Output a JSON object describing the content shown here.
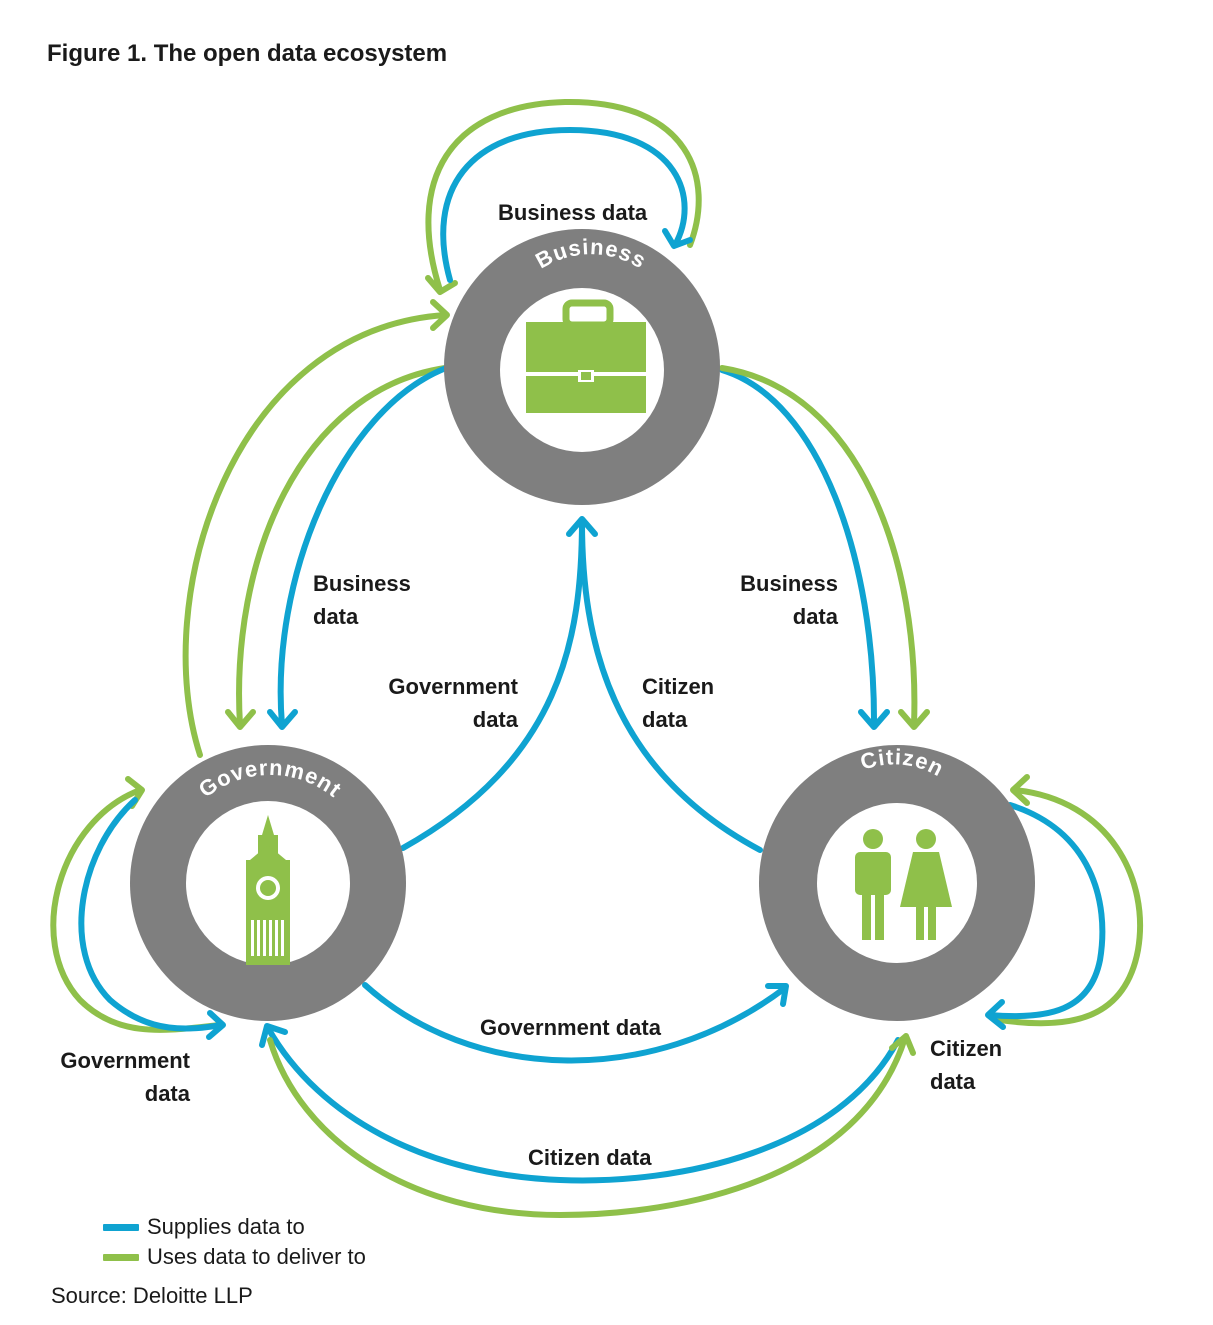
{
  "figure_title": "Figure 1. The open data ecosystem",
  "colors": {
    "supplies": "#0fa3d1",
    "uses": "#8fc04a",
    "ring": "#7f7f7f",
    "icon": "#8fc04a"
  },
  "nodes": {
    "business": {
      "label": "Business",
      "icon": "briefcase-icon"
    },
    "government": {
      "label": "Government",
      "icon": "clock-tower-icon"
    },
    "citizen": {
      "label": "Citizen",
      "icon": "people-icon"
    }
  },
  "edge_labels": {
    "business_self": [
      "Business data"
    ],
    "business_to_government": [
      "Business",
      "data"
    ],
    "business_to_citizen": [
      "Business",
      "data"
    ],
    "government_to_business": [
      "Government",
      "data"
    ],
    "citizen_to_business": [
      "Citizen",
      "data"
    ],
    "government_self": [
      "Government",
      "data"
    ],
    "citizen_self": [
      "Citizen",
      "data"
    ],
    "government_to_citizen": [
      "Government data"
    ],
    "citizen_to_government": [
      "Citizen data"
    ]
  },
  "legend": [
    {
      "label": "Supplies data to",
      "color": "#0fa3d1"
    },
    {
      "label": "Uses data to deliver to",
      "color": "#8fc04a"
    }
  ],
  "source": "Source: Deloitte LLP"
}
